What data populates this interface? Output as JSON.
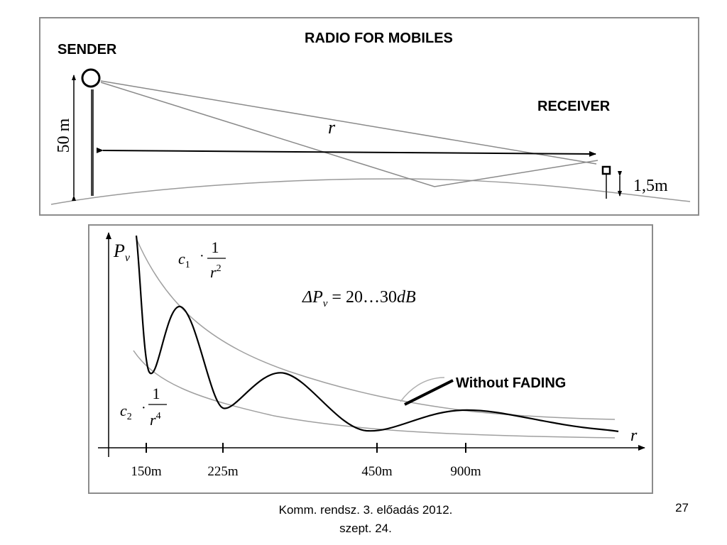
{
  "top_diagram": {
    "title": "RADIO FOR MOBILES",
    "sender_label": "SENDER",
    "receiver_label": "RECEIVER",
    "sender_height": "50 m",
    "receiver_height": "1,5m",
    "distance_label": "r"
  },
  "bottom_plot": {
    "y_axis_label": "P",
    "y_axis_subscript": "v",
    "x_axis_label": "r",
    "upper_curve": {
      "coef": "c",
      "coef_sub": "1",
      "numerator": "1",
      "denominator_base": "r",
      "denominator_exp": "2"
    },
    "lower_curve": {
      "coef": "c",
      "coef_sub": "2",
      "numerator": "1",
      "denominator_base": "r",
      "denominator_exp": "4"
    },
    "delta_annotation": {
      "delta": "ΔP",
      "sub": "v",
      "value": " = 20…30",
      "unit": "dB"
    },
    "without_fading_label": "Without FADING",
    "x_ticks": [
      "150m",
      "225m",
      "450m",
      "900m"
    ]
  },
  "footer": {
    "caption_line1": "Komm. rendsz. 3. előadás 2012.",
    "caption_line2": "szept. 24.",
    "slide_number": "27"
  }
}
